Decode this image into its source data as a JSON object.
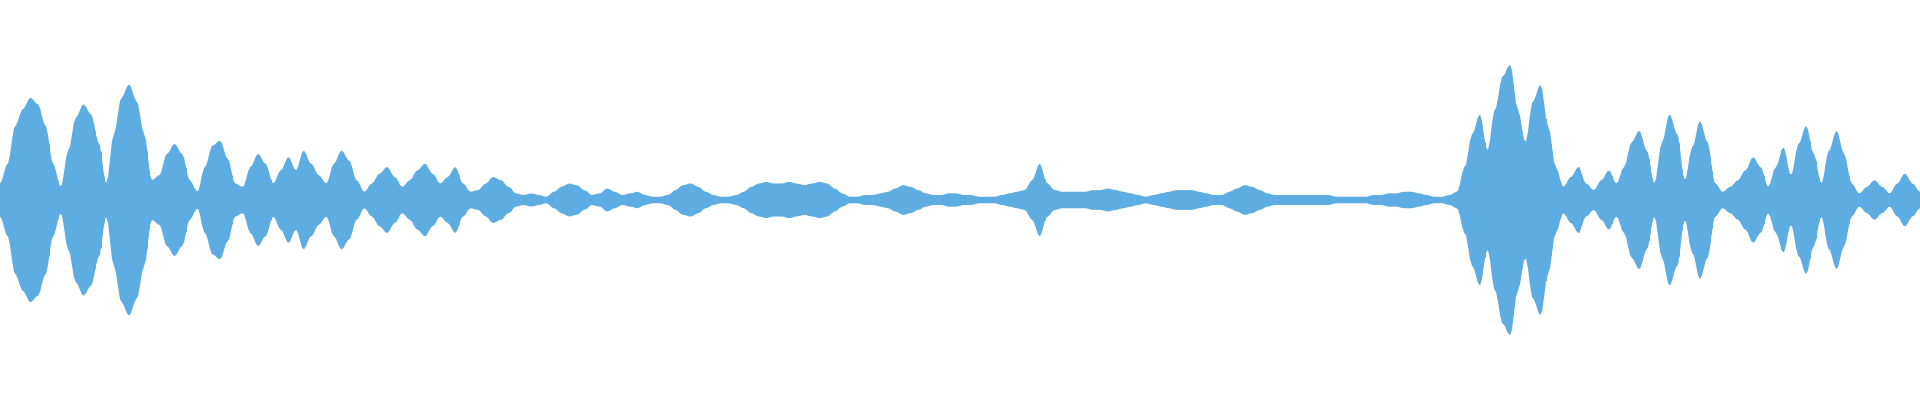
{
  "waveform": {
    "color": "#5dade2",
    "background": "#ffffff",
    "envelope": [
      0.1,
      0.22,
      0.45,
      0.55,
      0.62,
      0.58,
      0.45,
      0.22,
      0.08,
      0.3,
      0.5,
      0.58,
      0.52,
      0.35,
      0.1,
      0.4,
      0.62,
      0.7,
      0.6,
      0.4,
      0.12,
      0.15,
      0.28,
      0.34,
      0.28,
      0.12,
      0.05,
      0.2,
      0.33,
      0.36,
      0.25,
      0.1,
      0.08,
      0.2,
      0.28,
      0.22,
      0.1,
      0.18,
      0.26,
      0.18,
      0.3,
      0.22,
      0.15,
      0.1,
      0.22,
      0.3,
      0.24,
      0.12,
      0.05,
      0.1,
      0.16,
      0.2,
      0.14,
      0.08,
      0.12,
      0.18,
      0.22,
      0.16,
      0.1,
      0.14,
      0.2,
      0.1,
      0.05,
      0.06,
      0.1,
      0.14,
      0.12,
      0.08,
      0.04,
      0.03,
      0.04,
      0.03,
      0.02,
      0.05,
      0.08,
      0.1,
      0.09,
      0.06,
      0.03,
      0.04,
      0.07,
      0.05,
      0.03,
      0.04,
      0.05,
      0.03,
      0.02,
      0.02,
      0.03,
      0.06,
      0.09,
      0.1,
      0.08,
      0.05,
      0.03,
      0.02,
      0.02,
      0.03,
      0.05,
      0.08,
      0.1,
      0.11,
      0.1,
      0.1,
      0.11,
      0.1,
      0.09,
      0.1,
      0.11,
      0.1,
      0.07,
      0.04,
      0.02,
      0.02,
      0.03,
      0.03,
      0.04,
      0.05,
      0.07,
      0.09,
      0.08,
      0.06,
      0.04,
      0.03,
      0.03,
      0.04,
      0.04,
      0.03,
      0.03,
      0.02,
      0.02,
      0.02,
      0.03,
      0.04,
      0.05,
      0.06,
      0.12,
      0.22,
      0.1,
      0.06,
      0.05,
      0.05,
      0.05,
      0.05,
      0.06,
      0.06,
      0.07,
      0.06,
      0.05,
      0.04,
      0.03,
      0.02,
      0.03,
      0.04,
      0.05,
      0.06,
      0.06,
      0.06,
      0.05,
      0.04,
      0.03,
      0.03,
      0.05,
      0.07,
      0.09,
      0.08,
      0.06,
      0.04,
      0.03,
      0.03,
      0.03,
      0.03,
      0.03,
      0.03,
      0.03,
      0.03,
      0.02,
      0.02,
      0.02,
      0.02,
      0.02,
      0.03,
      0.03,
      0.04,
      0.04,
      0.05,
      0.05,
      0.04,
      0.03,
      0.02,
      0.02,
      0.03,
      0.05,
      0.2,
      0.4,
      0.52,
      0.3,
      0.55,
      0.75,
      0.82,
      0.55,
      0.35,
      0.6,
      0.7,
      0.45,
      0.2,
      0.08,
      0.14,
      0.2,
      0.1,
      0.06,
      0.12,
      0.18,
      0.1,
      0.2,
      0.35,
      0.42,
      0.3,
      0.1,
      0.35,
      0.52,
      0.4,
      0.12,
      0.32,
      0.48,
      0.35,
      0.1,
      0.05,
      0.08,
      0.12,
      0.18,
      0.26,
      0.2,
      0.08,
      0.2,
      0.32,
      0.15,
      0.34,
      0.45,
      0.28,
      0.1,
      0.3,
      0.42,
      0.28,
      0.1,
      0.04,
      0.08,
      0.12,
      0.08,
      0.04,
      0.1,
      0.16,
      0.1,
      0.05
    ]
  }
}
